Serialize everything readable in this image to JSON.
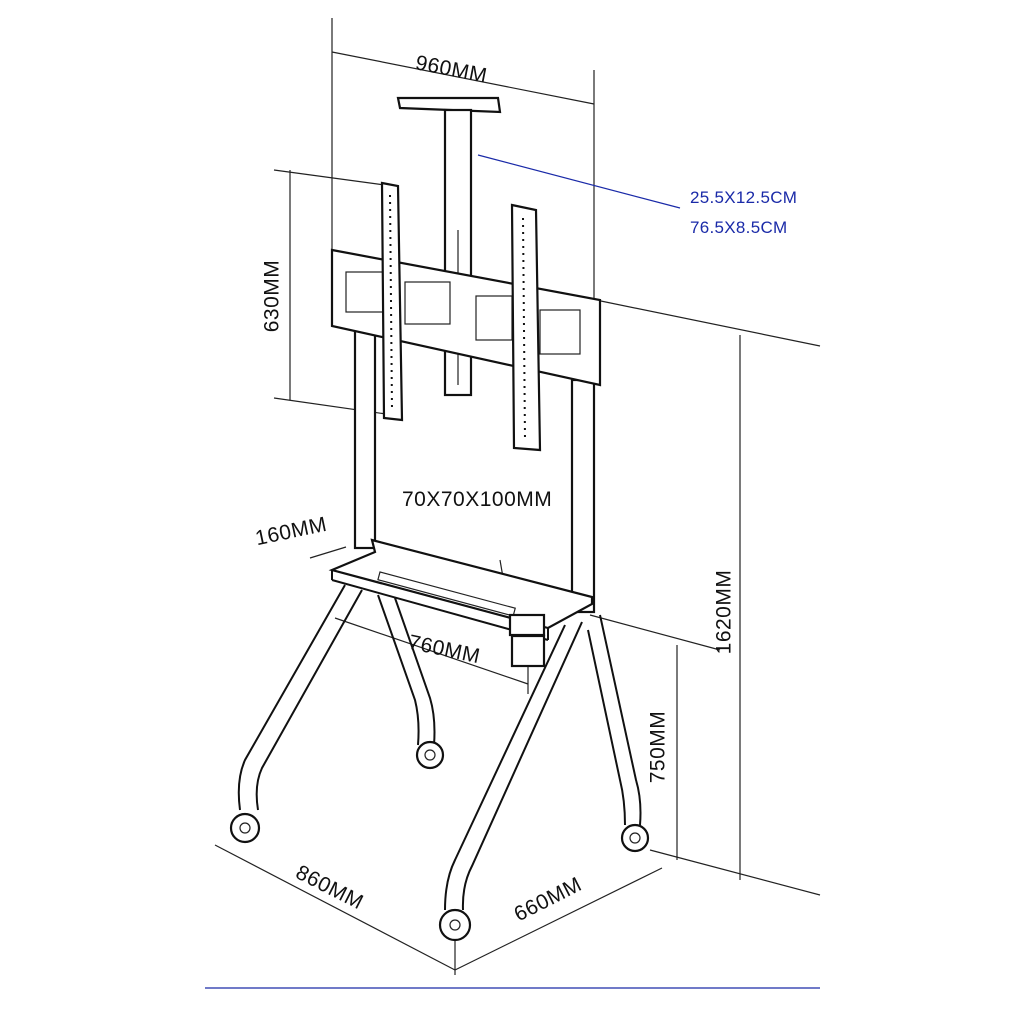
{
  "title": "Mobile TV stand dimension diagram",
  "dimensions": {
    "bracket_width": "960MM",
    "camera_tray": "25.5X12.5CM",
    "rail": "76.5X8.5CM",
    "bracket_height": "630MM",
    "cup_holder": "70X70X100MM",
    "shelf_depth": "160MM",
    "shelf_width": "760MM",
    "total_height": "1620MM",
    "shelf_height": "750MM",
    "base_width": "860MM",
    "base_depth": "660MM"
  },
  "colors": {
    "line": "#111111",
    "accent": "#1a2aa8"
  }
}
